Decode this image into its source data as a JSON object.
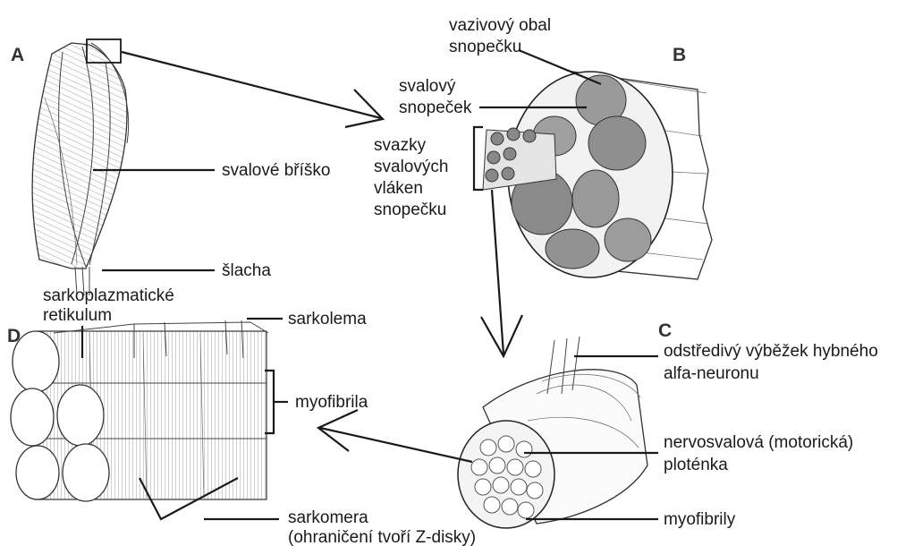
{
  "panels": {
    "a": {
      "letter": "A",
      "belly": "svalové bříško",
      "tendon": "šlacha"
    },
    "b": {
      "letter": "B",
      "sheath_line1": "vazivový obal",
      "sheath_line2": "snopečku",
      "fascicle_line1": "svalový",
      "fascicle_line2": "snopeček",
      "bundles_line1": "svazky",
      "bundles_line2": "svalových",
      "bundles_line3": "vláken",
      "bundles_line4": "snopečku"
    },
    "c": {
      "letter": "C",
      "axon_line1": "odstředivý výběžek hybného",
      "axon_line2": "alfa-neuronu",
      "endplate_line1": "nervosvalová (motorická)",
      "endplate_line2": "ploténka",
      "myofibrils": "myofibrily"
    },
    "d": {
      "letter": "D",
      "sr_line1": "sarkoplazmatické",
      "sr_line2": "retikulum",
      "sarcolemma": "sarkolema",
      "myofibril": "myofibrila",
      "sarcomere_line1": "sarkomera",
      "sarcomere_line2": "(ohraničení tvoří Z-disky)"
    }
  }
}
